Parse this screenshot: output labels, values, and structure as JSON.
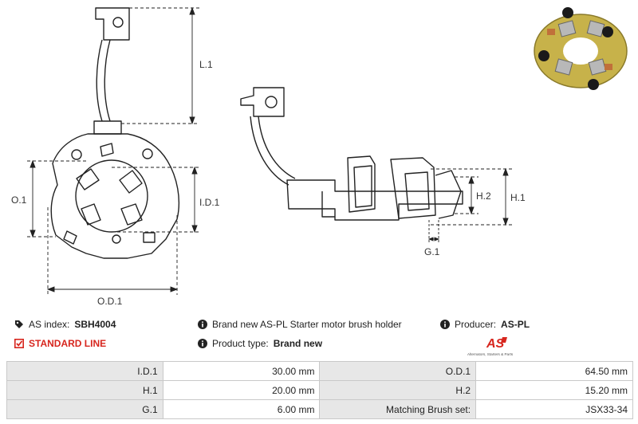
{
  "dimensions": {
    "L1": "L.1",
    "O1": "O.1",
    "ID1": "I.D.1",
    "OD1": "O.D.1",
    "H2": "H.2",
    "H1": "H.1",
    "G1": "G.1"
  },
  "info": {
    "as_index_label": "AS index:",
    "as_index_value": "SBH4004",
    "description": "Brand new AS-PL Starter motor brush holder",
    "producer_label": "Producer:",
    "producer_value": "AS-PL",
    "standard_line": "STANDARD LINE",
    "product_type_label": "Product type:",
    "product_type_value": "Brand new"
  },
  "brand": {
    "logo_text": "AS",
    "tagline": "Alternators, Starters & Parts",
    "accent_color": "#d7261e"
  },
  "specs": [
    [
      {
        "k": "I.D.1",
        "v": "30.00 mm"
      },
      {
        "k": "O.D.1",
        "v": "64.50 mm"
      }
    ],
    [
      {
        "k": "H.1",
        "v": "20.00 mm"
      },
      {
        "k": "H.2",
        "v": "15.20 mm"
      }
    ],
    [
      {
        "k": "G.1",
        "v": "6.00 mm"
      },
      {
        "k": "Matching Brush set:",
        "v": "JSX33-34"
      }
    ]
  ],
  "icons": {
    "tag": "tag-icon",
    "info": "info-icon",
    "check": "checkbox-icon"
  }
}
